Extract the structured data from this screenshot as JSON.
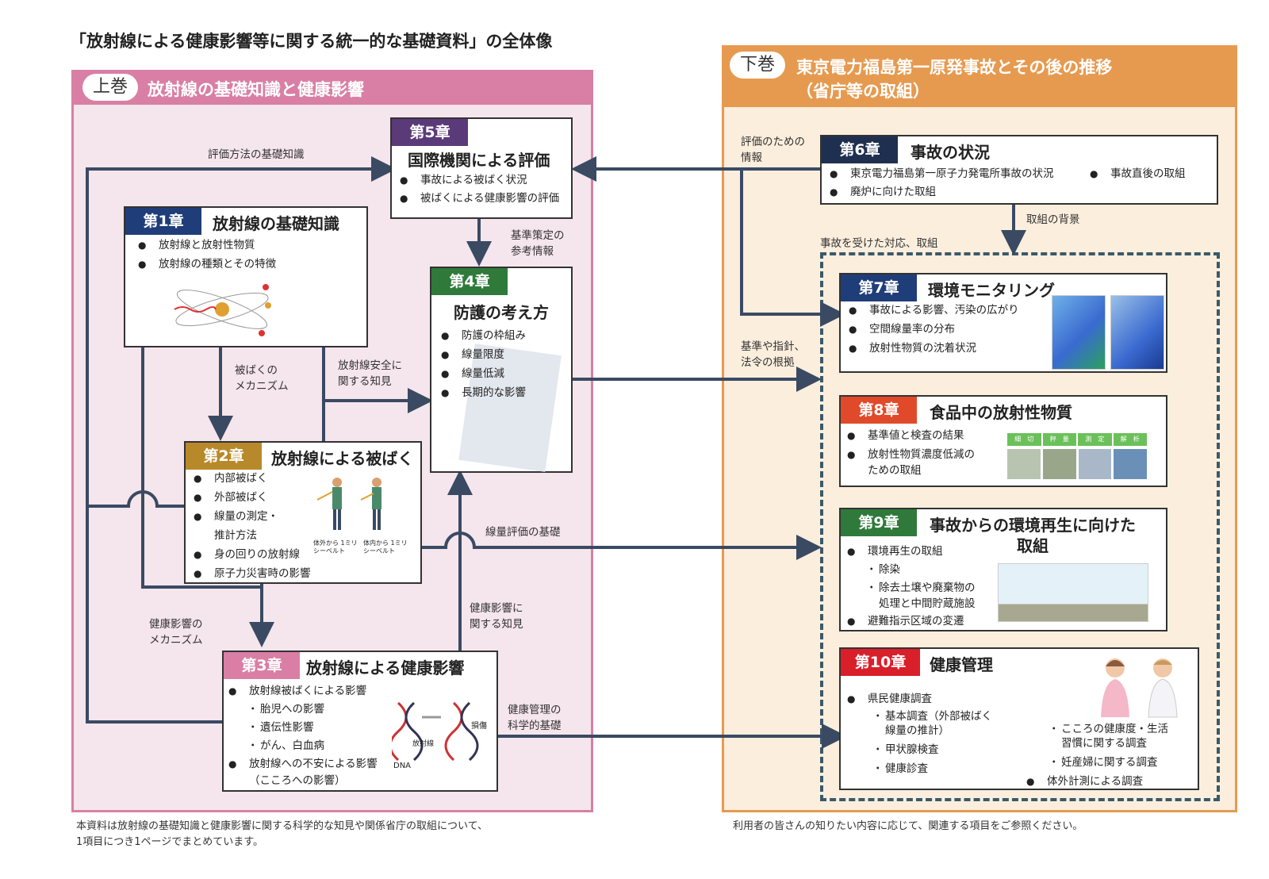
{
  "page": {
    "title": "「放射線による健康影響等に関する統一的な基礎資料」の全体像",
    "footer_left_1": "本資料は放射線の基礎知識と健康影響に関する科学的な知見や関係省庁の取組について、",
    "footer_left_2": "1項目につき1ページでまとめています。",
    "footer_right": "利用者の皆さんの知りたい内容に応じて、関連する項目をご参照ください。"
  },
  "colors": {
    "left_panel": "#d97fa5",
    "right_panel": "#e69a50",
    "ch1": "#1f3d78",
    "ch2": "#b8892a",
    "ch3": "#d97fa5",
    "ch4": "#2f7a3a",
    "ch5": "#5b3a7a",
    "ch6": "#1f2f4f",
    "ch7": "#1f3d78",
    "ch8": "#e04a2a",
    "ch9": "#2f7a3a",
    "ch10": "#d91f2a",
    "arrow": "#3a4a63"
  },
  "volumes": {
    "upper": {
      "tag": "上巻",
      "title": "放射線の基礎知識と健康影響"
    },
    "lower": {
      "tag": "下巻",
      "title_1": "東京電力福島第一原発事故とその後の推移",
      "title_2": "（省庁等の取組）"
    }
  },
  "chapters": {
    "ch1": {
      "tag": "第1章",
      "title": "放射線の基礎知識",
      "items": [
        "放射線と放射性物質",
        "放射線の種類とその特徴"
      ]
    },
    "ch2": {
      "tag": "第2章",
      "title": "放射線による被ばく",
      "items": [
        "内部被ばく",
        "外部被ばく",
        "線量の測定・",
        "推計方法",
        "身の回りの放射線",
        "原子力災害時の影響"
      ],
      "fig_label_1": "体外から 1ミリシーベルト",
      "fig_label_2": "体内から 1ミリシーベルト"
    },
    "ch3": {
      "tag": "第3章",
      "title": "放射線による健康影響",
      "item_1": "放射線被ばくによる影響",
      "subs": [
        "胎児への影響",
        "遺伝性影響",
        "がん、白血病"
      ],
      "item_2": "放射線への不安による影響",
      "item_2b": "（こころへの影響）",
      "fig_dna": "DNA",
      "fig_rad": "放射線",
      "fig_damage": "損傷"
    },
    "ch4": {
      "tag": "第4章",
      "title": "防護の考え方",
      "items": [
        "防護の枠組み",
        "線量限度",
        "線量低減",
        "長期的な影響"
      ]
    },
    "ch5": {
      "tag": "第5章",
      "title": "国際機関による評価",
      "items": [
        "事故による被ばく状況",
        "被ばくによる健康影響の評価"
      ]
    },
    "ch6": {
      "tag": "第6章",
      "title": "事故の状況",
      "items": [
        "東京電力福島第一原子力発電所事故の状況",
        "廃炉に向けた取組"
      ],
      "item_right": "事故直後の取組"
    },
    "ch7": {
      "tag": "第7章",
      "title": "環境モニタリング",
      "items": [
        "事故による影響、汚染の広がり",
        "空間線量率の分布",
        "放射性物質の沈着状況"
      ]
    },
    "ch8": {
      "tag": "第8章",
      "title": "食品中の放射性物質",
      "items": [
        "基準値と検査の結果",
        "放射性物質濃度低減の",
        "ための取組"
      ],
      "flow": [
        "細　切",
        "秤　量",
        "測　定",
        "解　析"
      ]
    },
    "ch9": {
      "tag": "第9章",
      "title_1": "事故からの環境再生に向けた",
      "title_2": "取組",
      "item_1": "環境再生の取組",
      "subs": [
        "除染",
        "除去土壌や廃棄物の",
        "処理と中間貯蔵施設"
      ],
      "item_2": "避難指示区域の変遷"
    },
    "ch10": {
      "tag": "第10章",
      "title": "健康管理",
      "item_1": "県民健康調査",
      "subs_left": [
        "基本調査（外部被ばく",
        "線量の推計）",
        "甲状腺検査",
        "健康診査"
      ],
      "subs_right": [
        "こころの健康度・生活",
        "習慣に関する調査",
        "妊産婦に関する調査"
      ],
      "item_2": "体外計測による調査"
    }
  },
  "labels": {
    "eval_basic": "評価方法の基礎知識",
    "std_ref_1": "基準策定の",
    "std_ref_2": "参考情報",
    "mech_exp_1": "被ばくの",
    "mech_exp_2": "メカニズム",
    "safety_1": "放射線安全に",
    "safety_2": "関する知見",
    "dose_eval": "線量評価の基礎",
    "health_know_1": "健康影響に",
    "health_know_2": "関する知見",
    "health_mech_1": "健康影響の",
    "health_mech_2": "メカニズム",
    "hm_basis_1": "健康管理の",
    "hm_basis_2": "科学的基礎",
    "info_1": "評価のための",
    "info_2": "情報",
    "bg": "取組の背景",
    "response": "事故を受けた対応、取組",
    "std_basis_1": "基準や指針、",
    "std_basis_2": "法令の根拠"
  }
}
